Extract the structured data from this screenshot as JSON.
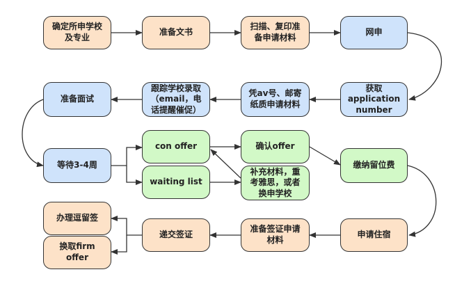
{
  "nodes": {
    "n1": {
      "label": "确定所申学校\n及专业",
      "fill": "#fde2c8"
    },
    "n2": {
      "label": "准备文书",
      "fill": "#fde2c8"
    },
    "n3": {
      "label": "扫描、复印准\n备申请材料",
      "fill": "#fde2c8"
    },
    "n4": {
      "label": "网申",
      "fill": "#cfe3fb"
    },
    "n5": {
      "label": "获取\napplication\nnumber",
      "fill": "#cfe3fb"
    },
    "n6": {
      "label": "凭av号、邮寄\n纸质申请材料",
      "fill": "#cfe3fb"
    },
    "n7": {
      "label": "跟踪学校录取\n（email，电\n话提醒催促）",
      "fill": "#cfe3fb"
    },
    "n8": {
      "label": "准备面试",
      "fill": "#cfe3fb"
    },
    "n9": {
      "label": "等待3-4周",
      "fill": "#cfe3fb"
    },
    "n10": {
      "label": "con offer",
      "fill": "#d2f9c7"
    },
    "n11": {
      "label": "waiting list",
      "fill": "#d2f9c7"
    },
    "n12": {
      "label": "确认offer",
      "fill": "#d2f9c7"
    },
    "n13": {
      "label": "补充材料，重\n考雅思，或者\n换申学校",
      "fill": "#d2f9c7"
    },
    "n14": {
      "label": "缴纳留位费",
      "fill": "#d2f9c7"
    },
    "n15": {
      "label": "申请住宿",
      "fill": "#fde2c8"
    },
    "n16": {
      "label": "准备签证申请\n材料",
      "fill": "#fde2c8"
    },
    "n17": {
      "label": "递交签证",
      "fill": "#fde2c8"
    },
    "n18": {
      "label": "办理逗留签",
      "fill": "#fde2c8"
    },
    "n19": {
      "label": "换取firm\noffer",
      "fill": "#fde2c8"
    }
  },
  "colors": {
    "stroke": "#333333",
    "text": "#222222"
  }
}
